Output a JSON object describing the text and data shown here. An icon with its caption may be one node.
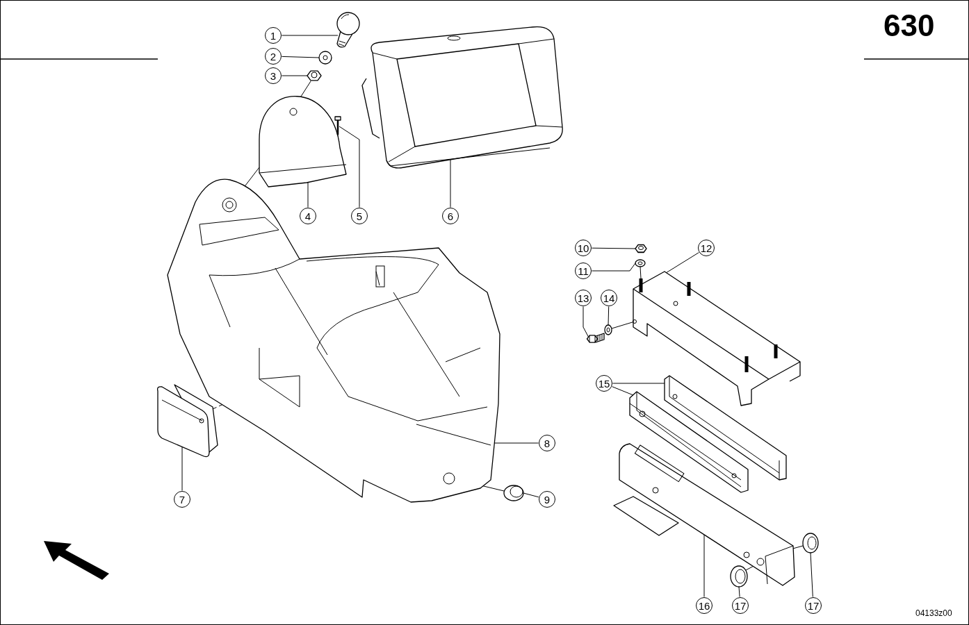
{
  "diagram": {
    "nodes": [
      {
        "text": [
          "1"
        ]
      },
      {
        "text": [
          "2"
        ]
      },
      {
        "text": [
          "3"
        ]
      },
      {
        "text": [
          "4"
        ]
      },
      {
        "text": [
          "5"
        ]
      },
      {
        "text": [
          "6"
        ]
      },
      {
        "text": [
          "7"
        ]
      },
      {
        "text": [
          "8"
        ]
      },
      {
        "text": [
          "9"
        ]
      },
      {
        "text": [
          "10"
        ]
      },
      {
        "text": [
          "11"
        ]
      },
      {
        "text": [
          "12"
        ]
      },
      {
        "text": [
          "13"
        ]
      },
      {
        "text": [
          "14"
        ]
      },
      {
        "text": [
          "15"
        ]
      },
      {
        "text": [
          "16"
        ]
      },
      {
        "text": [
          "17"
        ]
      },
      {
        "text": [
          "17"
        ]
      },
      {
        "text": [],
        "shape": "picture"
      },
      {
        "text": [],
        "shape": "picture"
      },
      {
        "text": [],
        "shape": "picture"
      },
      {
        "text": [],
        "shape": "picture"
      },
      {
        "text": [],
        "shape": "picture"
      },
      {
        "text": [],
        "shape": "picture"
      },
      {
        "text": [],
        "shape": "picture"
      },
      {
        "text": [],
        "shape": "picture"
      },
      {
        "text": [],
        "shape": "picture"
      },
      {
        "text": [],
        "shape": "picture"
      },
      {
        "text": [],
        "shape": "picture"
      },
      {
        "text": [],
        "shape": "picture"
      },
      {
        "text": [],
        "shape": "picture"
      },
      {
        "text": [],
        "shape": "picture"
      },
      {
        "text": [],
        "shape": "picture"
      },
      {
        "text": [],
        "shape": "picture"
      },
      {
        "text": [],
        "shape": "picture"
      },
      {
        "text": [],
        "shape": "picture"
      },
      {
        "text": [],
        "shape": "picture"
      }
    ],
    "edges": [
      {
        "from": 0,
        "to": 18,
        "arrow": "none"
      },
      {
        "from": 1,
        "to": 19,
        "arrow": "none"
      },
      {
        "from": 2,
        "to": 20,
        "arrow": "none"
      },
      {
        "from": 3,
        "to": 21,
        "arrow": "none"
      },
      {
        "from": 4,
        "to": 22,
        "arrow": "none"
      },
      {
        "from": 5,
        "to": 23,
        "arrow": "none"
      },
      {
        "from": 6,
        "to": 24,
        "arrow": "none"
      },
      {
        "from": 7,
        "to": 25,
        "arrow": "none"
      },
      {
        "from": 8,
        "to": 26,
        "arrow": "none"
      },
      {
        "from": 9,
        "to": 27,
        "arrow": "none"
      },
      {
        "from": 10,
        "to": 28,
        "arrow": "none"
      },
      {
        "from": 11,
        "to": 29,
        "arrow": "none"
      },
      {
        "from": 12,
        "to": 30,
        "arrow": "none"
      },
      {
        "from": 13,
        "to": 31,
        "arrow": "none"
      },
      {
        "from": 14,
        "to": 32,
        "arrow": "none"
      },
      {
        "from": 14,
        "to": 33,
        "arrow": "none"
      },
      {
        "from": 15,
        "to": 34,
        "arrow": "none"
      },
      {
        "from": 16,
        "to": 35,
        "arrow": "none"
      },
      {
        "from": 17,
        "to": 36,
        "arrow": "none"
      },
      {
        "from": 20,
        "to": 21,
        "arrow": "none"
      },
      {
        "from": 22,
        "to": 21,
        "arrow": "none"
      },
      {
        "from": 21,
        "to": 25,
        "arrow": "none"
      },
      {
        "from": 24,
        "to": 25,
        "arrow": "none",
        "style": "dashed"
      },
      {
        "from": 26,
        "to": 25,
        "arrow": "none"
      },
      {
        "from": 28,
        "to": 29,
        "arrow": "none"
      },
      {
        "from": 31,
        "to": 29,
        "arrow": "none"
      },
      {
        "from": 35,
        "to": 34,
        "arrow": "none"
      },
      {
        "from": 36,
        "to": 34,
        "arrow": "none"
      }
    ],
    "labels": [
      "630",
      "04133z00"
    ]
  }
}
